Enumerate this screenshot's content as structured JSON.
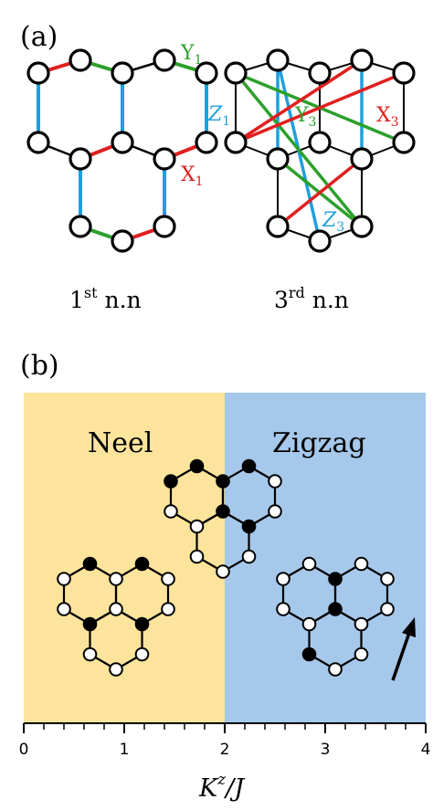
{
  "panel_a": {
    "label": "(a)",
    "caption_1": {
      "main": "1",
      "sup": "st",
      "rest": " n.n"
    },
    "caption_3": {
      "main": "3",
      "sup": "rd",
      "rest": " n.n"
    },
    "bond_labels_1": [
      {
        "letter": "Y",
        "sub": "1",
        "color": "#2ca02c"
      },
      {
        "letter": "Z",
        "sub": "1",
        "color": "#1ea0dc"
      },
      {
        "letter": "X",
        "sub": "1",
        "color": "#e02020"
      }
    ],
    "bond_labels_3": [
      {
        "letter": "Y",
        "sub": "3",
        "color": "#2ca02c"
      },
      {
        "letter": "X",
        "sub": "3",
        "color": "#e02020"
      },
      {
        "letter": "Z",
        "sub": "3",
        "color": "#1ea0dc"
      }
    ]
  },
  "panel_b": {
    "label": "(b)",
    "regions": [
      {
        "name": "Neel",
        "from": 0,
        "to": 2,
        "color": "#fce49c"
      },
      {
        "name": "Zigzag",
        "from": 2,
        "to": 4,
        "color": "#a6c8ea"
      }
    ],
    "axis": {
      "range": [
        0,
        4
      ],
      "major_ticks": [
        "0",
        "1",
        "2",
        "3",
        "4"
      ],
      "title_main": "K",
      "title_sup": "z",
      "title_rest": "/J"
    }
  },
  "colors": {
    "x_bond": "#e02020",
    "y_bond": "#2ca02c",
    "z_bond": "#1ea0dc"
  }
}
